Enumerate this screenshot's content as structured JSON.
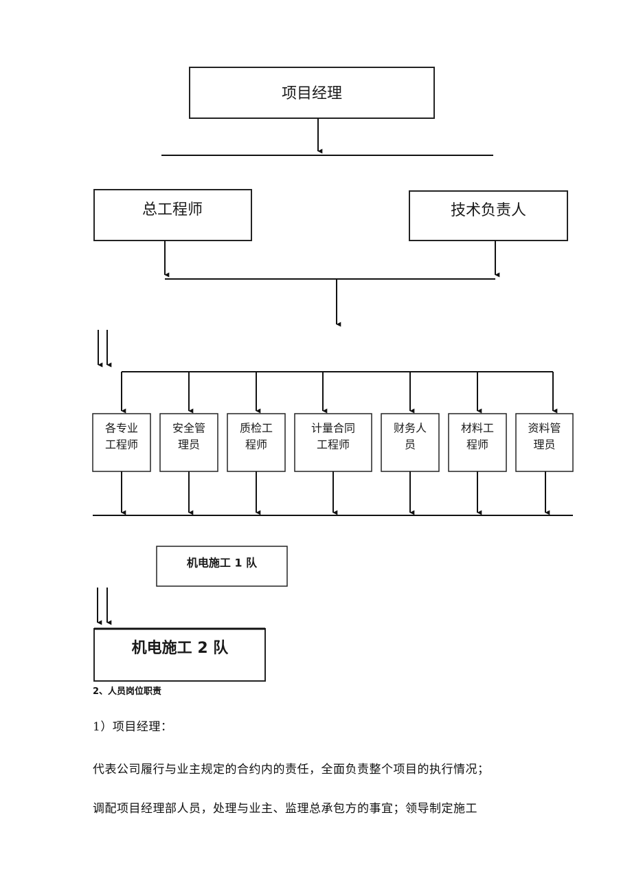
{
  "org_chart": {
    "top": "项目经理",
    "second_level": [
      "总工程师",
      "技术负责人"
    ],
    "departments": [
      [
        "各专业",
        "工程师"
      ],
      [
        "安全管",
        "理员"
      ],
      [
        "质检工",
        "程师"
      ],
      [
        "计量合同",
        "工程师"
      ],
      [
        "财务人",
        "员"
      ],
      [
        "材料工",
        "程师"
      ],
      [
        "资料管",
        "理员"
      ]
    ],
    "teams": [
      "机电施工 1 队",
      "机电施工 2 队"
    ]
  },
  "section": {
    "heading": "2、人员岗位职责",
    "subheading": "1）项目经理：",
    "paragraphs": [
      "代表公司履行与业主规定的合约内的责任，全面负责整个项目的执行情况；",
      "调配项目经理部人员，处理与业主、监理总承包方的事宜；领导制定施工"
    ]
  }
}
